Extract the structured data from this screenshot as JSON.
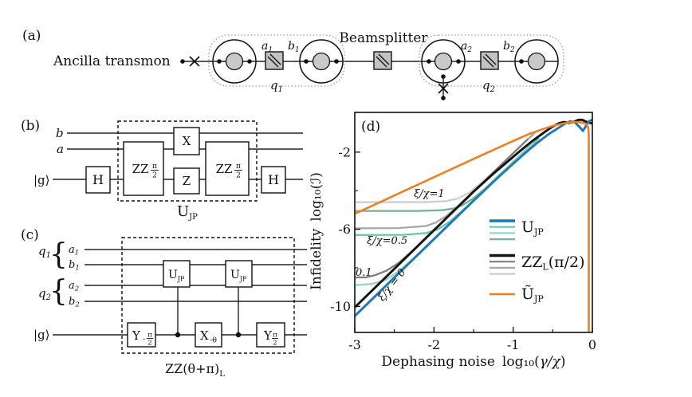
{
  "figure": {
    "panel_a": {
      "tag": "(a)",
      "ancilla_label": "Ancilla transmon",
      "beamsplitter_label": "Beamsplitter",
      "a1": [
        "a",
        "1"
      ],
      "b1": [
        "b",
        "1"
      ],
      "a2": [
        "a",
        "2"
      ],
      "b2": [
        "b",
        "2"
      ],
      "q1": [
        "q",
        "1"
      ],
      "q2": [
        "q",
        "2"
      ]
    },
    "panel_b": {
      "tag": "(b)",
      "wire_b": "b",
      "wire_a": "a",
      "ket_g": "|g⟩",
      "gate_h": "H",
      "gate_zz": "ZZ",
      "frac_num": "π",
      "frac_den": "2",
      "gate_x": "X",
      "gate_z": "Z",
      "caption_main": "U",
      "caption_sub": "JP"
    },
    "panel_c": {
      "tag": "(c)",
      "q1": [
        "q",
        "1"
      ],
      "q2": [
        "q",
        "2"
      ],
      "brace": "{",
      "a1": [
        "a",
        "1"
      ],
      "b1": [
        "b",
        "1"
      ],
      "a2": [
        "a",
        "2"
      ],
      "b2": [
        "b",
        "2"
      ],
      "ket_g": "|g⟩",
      "gate_y_main": "Y",
      "minus": "-",
      "frac_num": "π",
      "frac_den": "2",
      "gate_x_main": "X",
      "gate_x_sub": "-θ",
      "ujp_main": "U",
      "ujp_sub": "JP",
      "caption_main": "ZZ(θ+π)",
      "caption_sub": "L"
    },
    "panel_d": {
      "tag": "(d)",
      "ylabel_word": "Infidelity",
      "ylabel_math": "log₁₀(ℐ)",
      "xlabel_word": "Dephasing noise",
      "xlabel_math_open": "log₁₀(",
      "xlabel_math_var": "γ/χ",
      "xlabel_math_close": ")"
    }
  },
  "chart_data": {
    "type": "line",
    "title": "",
    "xlabel": "Dephasing noise log10(γ/χ)",
    "ylabel": "Infidelity log10(I)",
    "xlim": [
      -3,
      0
    ],
    "ylim": [
      -11.35,
      0.06
    ],
    "grid": false,
    "legend_position": "center-right",
    "xticks": [
      {
        "v": -3,
        "label": "-3"
      },
      {
        "v": -2,
        "label": "-2"
      },
      {
        "v": -1,
        "label": "-1"
      },
      {
        "v": 0,
        "label": "0"
      }
    ],
    "xminor": [
      -2.5,
      -1.5,
      -0.5
    ],
    "yticks": [
      {
        "v": -2,
        "label": "-2"
      },
      {
        "v": -6,
        "label": "-6"
      },
      {
        "v": -10,
        "label": "-10"
      }
    ],
    "yminor": [
      -4,
      -8
    ],
    "series": [
      {
        "name": "ZZ_L(pi/2) xi/chi=1",
        "color": "#cdcdcd",
        "width": 2.3,
        "points": [
          [
            -3,
            -4.6
          ],
          [
            -2.1,
            -4.59
          ],
          [
            -1.85,
            -4.54
          ],
          [
            -1.7,
            -4.41
          ],
          [
            -1.55,
            -4.09
          ],
          [
            -1.4,
            -3.6
          ],
          [
            -1.25,
            -3.04
          ],
          [
            -1.05,
            -2.25
          ],
          [
            -0.85,
            -1.47
          ],
          [
            -0.72,
            -1.0
          ]
        ]
      },
      {
        "name": "ZZ_L(pi/2) xi/chi=0.5",
        "color": "#a8a8a8",
        "width": 2.3,
        "points": [
          [
            -3,
            -5.95
          ],
          [
            -2.45,
            -5.94
          ],
          [
            -2.1,
            -5.83
          ],
          [
            -1.975,
            -5.65
          ],
          [
            -1.85,
            -5.33
          ],
          [
            -1.7,
            -4.82
          ],
          [
            -1.5,
            -4.02
          ],
          [
            -1.3,
            -3.24
          ],
          [
            -1.1,
            -2.45
          ],
          [
            -0.9,
            -1.66
          ],
          [
            -0.75,
            -1.08
          ]
        ]
      },
      {
        "name": "ZZ_L(pi/2) xi/chi=0.1",
        "color": "#7f7f7f",
        "width": 2.3,
        "points": [
          [
            -3,
            -8.5
          ],
          [
            -2.85,
            -8.49
          ],
          [
            -2.75,
            -8.39
          ],
          [
            -2.6,
            -8.15
          ],
          [
            -2.45,
            -7.76
          ],
          [
            -2.3,
            -7.23
          ],
          [
            -2.1,
            -6.44
          ],
          [
            -1.9,
            -5.65
          ],
          [
            -1.6,
            -4.45
          ],
          [
            -1.3,
            -3.25
          ],
          [
            -1.0,
            -2.06
          ],
          [
            -0.82,
            -1.35
          ]
        ]
      },
      {
        "name": "U_JP xi/chi=1",
        "color": "#76b193",
        "width": 2.3,
        "points": [
          [
            -3,
            -5.05
          ],
          [
            -2.2,
            -5.05
          ],
          [
            -1.9,
            -5.01
          ],
          [
            -1.75,
            -4.92
          ],
          [
            -1.64,
            -4.75
          ],
          [
            -1.5,
            -4.39
          ],
          [
            -1.35,
            -3.87
          ],
          [
            -1.2,
            -3.28
          ],
          [
            -1.0,
            -2.5
          ],
          [
            -0.8,
            -1.72
          ],
          [
            -0.68,
            -1.3
          ]
        ]
      },
      {
        "name": "U_JP xi/chi=0.5",
        "color": "#62c9ae",
        "width": 2.3,
        "points": [
          [
            -3,
            -6.3
          ],
          [
            -2.4,
            -6.29
          ],
          [
            -2.1,
            -6.2
          ],
          [
            -1.95,
            -6.0
          ],
          [
            -1.8,
            -5.6
          ],
          [
            -1.65,
            -5.07
          ],
          [
            -1.5,
            -4.49
          ],
          [
            -1.3,
            -3.7
          ],
          [
            -1.1,
            -2.92
          ],
          [
            -0.9,
            -2.14
          ],
          [
            -0.72,
            -1.45
          ]
        ]
      },
      {
        "name": "U_JP xi/chi=0.1",
        "color": "#92d8c5",
        "width": 2.3,
        "points": [
          [
            -3,
            -8.9
          ],
          [
            -2.8,
            -8.84
          ],
          [
            -2.65,
            -8.69
          ],
          [
            -2.6,
            -8.6
          ],
          [
            -2.45,
            -8.2
          ],
          [
            -2.3,
            -7.67
          ],
          [
            -2.1,
            -6.89
          ],
          [
            -1.9,
            -6.1
          ],
          [
            -1.6,
            -4.9
          ],
          [
            -1.3,
            -3.7
          ],
          [
            -1.0,
            -2.52
          ],
          [
            -0.75,
            -1.55
          ]
        ]
      },
      {
        "name": "ZZ_L(pi/2) xi/chi=0",
        "color": "#141414",
        "width": 2.9,
        "points": [
          [
            -3,
            -10.05
          ],
          [
            -1.5,
            -4.05
          ],
          [
            -1.25,
            -3.12
          ],
          [
            -1.05,
            -2.42
          ],
          [
            -0.9,
            -1.9
          ],
          [
            -0.75,
            -1.4
          ],
          [
            -0.6,
            -0.95
          ],
          [
            -0.5,
            -0.67
          ],
          [
            -0.42,
            -0.5
          ],
          [
            -0.36,
            -0.44
          ],
          [
            -0.3,
            -0.49
          ],
          [
            -0.24,
            -0.44
          ],
          [
            -0.18,
            -0.33
          ],
          [
            -0.13,
            -0.32
          ],
          [
            -0.08,
            -0.42
          ],
          [
            0,
            -0.52
          ]
        ]
      },
      {
        "name": "U_JP xi/chi=0",
        "color": "#1b79b7",
        "width": 2.9,
        "points": [
          [
            -3,
            -10.5
          ],
          [
            -1.5,
            -4.52
          ],
          [
            -1.2,
            -3.35
          ],
          [
            -1.0,
            -2.6
          ],
          [
            -0.85,
            -2.05
          ],
          [
            -0.7,
            -1.53
          ],
          [
            -0.55,
            -1.06
          ],
          [
            -0.45,
            -0.8
          ],
          [
            -0.35,
            -0.54
          ],
          [
            -0.28,
            -0.4
          ],
          [
            -0.22,
            -0.46
          ],
          [
            -0.16,
            -0.7
          ],
          [
            -0.12,
            -0.9
          ],
          [
            -0.08,
            -0.64
          ],
          [
            -0.04,
            -0.4
          ],
          [
            0,
            -0.32
          ]
        ]
      },
      {
        "name": "U~_JP",
        "color": "#f07f1e",
        "width": 2.6,
        "points": [
          [
            -3,
            -5.2
          ],
          [
            -1.5,
            -2.35
          ],
          [
            -1.0,
            -1.42
          ],
          [
            -0.8,
            -1.06
          ],
          [
            -0.65,
            -0.84
          ],
          [
            -0.5,
            -0.64
          ],
          [
            -0.4,
            -0.54
          ],
          [
            -0.3,
            -0.47
          ],
          [
            -0.2,
            -0.44
          ],
          [
            -0.12,
            -0.47
          ],
          [
            -0.07,
            -0.57
          ],
          [
            -0.05,
            -0.75
          ],
          [
            -0.045,
            -1.2
          ],
          [
            -0.045,
            -11.3
          ]
        ]
      }
    ],
    "annotations": [
      {
        "text": "ξ/χ=1",
        "x": -2.06,
        "y": -4.32,
        "color": "#2aa38a",
        "rotate": 0,
        "anchor": "middle",
        "size": 13
      },
      {
        "text": "ξ/χ=0.5",
        "x": -2.59,
        "y": -6.76,
        "color": "#2aa38a",
        "rotate": 0,
        "anchor": "middle",
        "size": 13
      },
      {
        "text": "0.1",
        "x": -2.99,
        "y": -8.41,
        "color": "#2aa38a",
        "rotate": 0,
        "anchor": "start",
        "size": 13
      },
      {
        "text": "ξ/χ = 0",
        "x": -2.5,
        "y": -8.99,
        "color": "#1b79b7",
        "rotate": -52,
        "anchor": "middle",
        "size": 13
      }
    ],
    "legend": [
      {
        "parts": [
          {
            "t": "U"
          },
          {
            "t": "JP",
            "sub": true
          }
        ],
        "swatches": [
          "#1b79b7",
          "#62c9ae",
          "#92d8c5",
          "#76b193"
        ],
        "widths": [
          3.4,
          2.2,
          2.2,
          2.2
        ]
      },
      {
        "parts": [
          {
            "t": "ZZ"
          },
          {
            "t": "L",
            "sub": true
          },
          {
            "t": "(π/2)"
          }
        ],
        "swatches": [
          "#141414",
          "#7f7f7f",
          "#a8a8a8",
          "#cdcdcd"
        ],
        "widths": [
          3.4,
          2.2,
          2.2,
          2.2
        ]
      },
      {
        "parts": [
          {
            "t": "Ũ"
          },
          {
            "t": "JP",
            "sub": true
          }
        ],
        "swatches": [
          "#f07f1e"
        ],
        "widths": [
          2.6
        ]
      }
    ]
  }
}
